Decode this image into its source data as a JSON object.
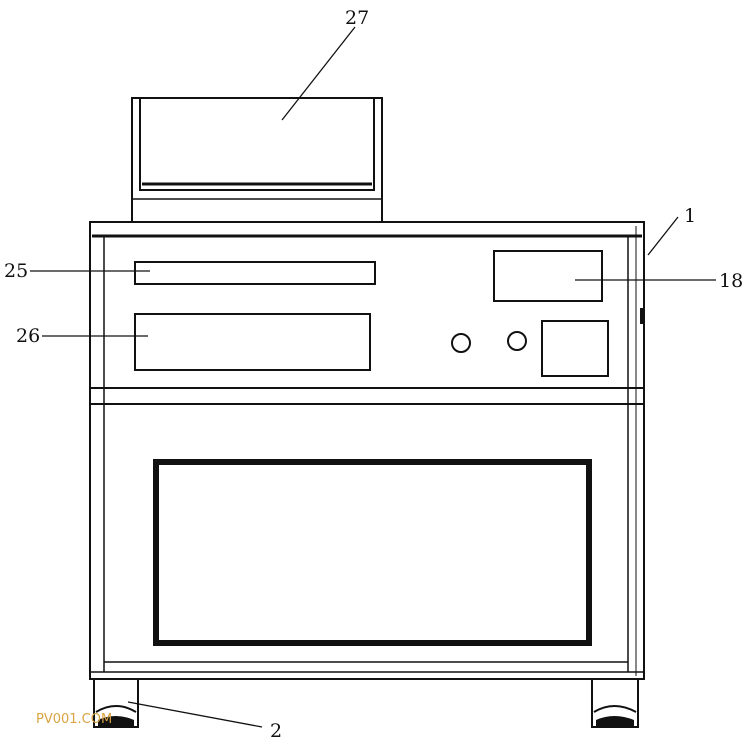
{
  "figure": {
    "reference_labels": {
      "display": "27",
      "frame": "1",
      "panel_right": "18",
      "slot_top": "25",
      "panel_left": "26",
      "caster": "2"
    },
    "watermark": "PV001.COM",
    "colors": {
      "line": "#111111",
      "background": "#ffffff",
      "watermark": "#d9a441"
    }
  }
}
